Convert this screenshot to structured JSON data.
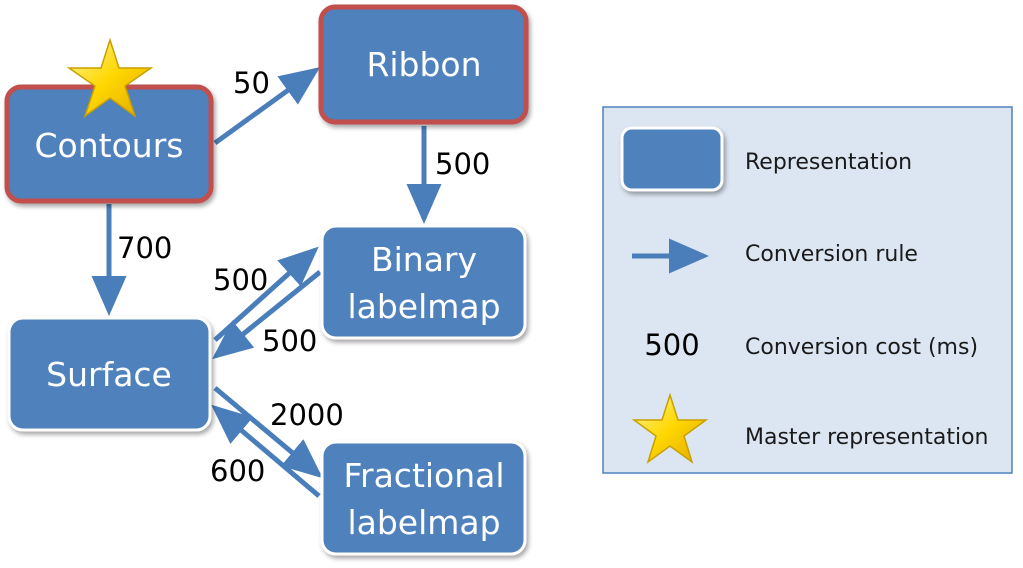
{
  "colors": {
    "node_fill": "#4f81bd",
    "node_border": "#ffffff",
    "master_border": "#c0504d",
    "arrow": "#4a7ebb",
    "legend_fill": "#dce6f2",
    "legend_border": "#4f81bd",
    "star": "#ffd700"
  },
  "nodes": {
    "contours": {
      "label": "Contours"
    },
    "ribbon": {
      "label": "Ribbon"
    },
    "binary": {
      "line1": "Binary",
      "line2": "labelmap"
    },
    "surface": {
      "label": "Surface"
    },
    "fractional": {
      "line1": "Fractional",
      "line2": "labelmap"
    }
  },
  "costs": {
    "contours_to_ribbon": "50",
    "ribbon_to_binary": "500",
    "contours_to_surface": "700",
    "surface_to_binary": "500",
    "binary_to_surface": "500",
    "surface_to_fractional": "2000",
    "fractional_to_surface": "600"
  },
  "legend": {
    "representation": "Representation",
    "conversion_rule": "Conversion rule",
    "cost_example": "500",
    "conversion_cost": "Conversion cost (ms)",
    "master_representation": "Master representation"
  }
}
